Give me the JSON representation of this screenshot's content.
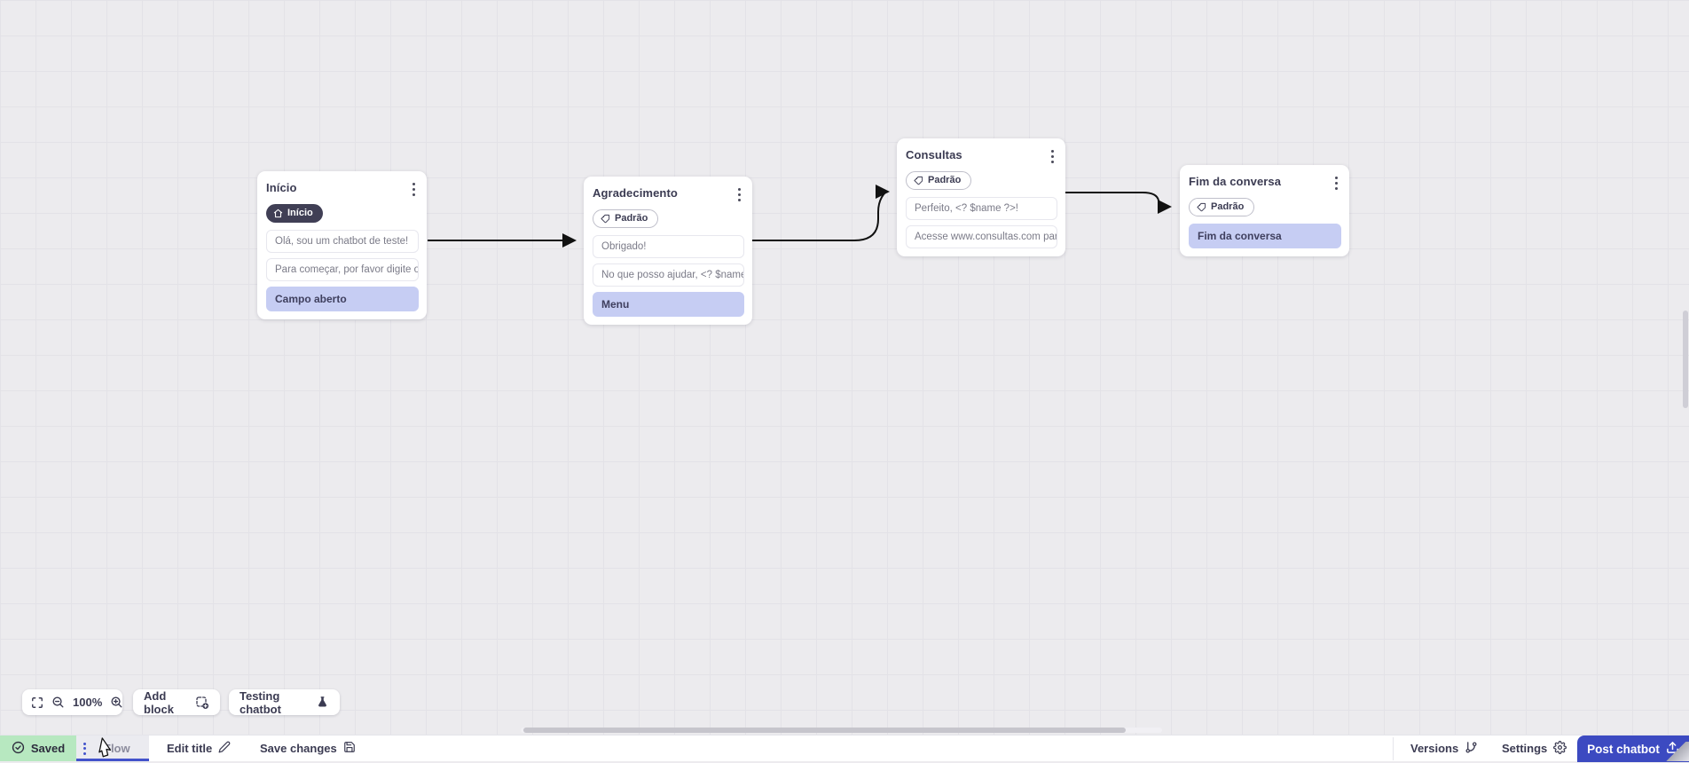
{
  "canvas": {
    "nodes": [
      {
        "title": "Início",
        "badge": {
          "style": "dark",
          "icon": "home-icon",
          "label": "Início"
        },
        "messages": [
          "Olá, sou um chatbot de teste!",
          "Para começar, por favor digite o ...",
          "Campo aberto"
        ]
      },
      {
        "title": "Agradecimento",
        "badge": {
          "style": "outline",
          "icon": "tag-icon",
          "label": "Padrão"
        },
        "messages": [
          "Obrigado!",
          "No que posso ajudar, <? $name ...",
          "Menu"
        ]
      },
      {
        "title": "Consultas",
        "badge": {
          "style": "outline",
          "icon": "tag-icon",
          "label": "Padrão"
        },
        "messages": [
          "Perfeito, <? $name ?>!",
          "Acesse www.consultas.com par..."
        ]
      },
      {
        "title": "Fim da conversa",
        "badge": {
          "style": "outline",
          "icon": "tag-icon",
          "label": "Padrão"
        },
        "messages": [
          "Fim da conversa"
        ]
      }
    ]
  },
  "toolbar": {
    "zoom_level": "100%",
    "add_block": "Add block",
    "testing_chatbot": "Testing chatbot"
  },
  "statusbar": {
    "saved": "Saved",
    "flow_tab": "Flow",
    "edit_title": "Edit title",
    "save_changes": "Save changes",
    "versions": "Versions",
    "settings": "Settings",
    "post_chatbot": "Post chatbot"
  },
  "icons": {
    "node_menu": "kebab-vertical",
    "fit_view": "fullscreen-corners",
    "zoom_out": "magnifier-minus",
    "zoom_in": "magnifier-plus",
    "add_block": "dashed-square-plus",
    "testing": "flask",
    "saved": "check-circle",
    "flow_handle": "drag-dots",
    "edit_title": "pencil",
    "save_changes": "floppy-disk",
    "versions": "git-branch",
    "settings": "gear",
    "post": "upload-tray"
  },
  "colors": {
    "accent": "#4353cb",
    "post_button": "#3c4ac1",
    "saved_bg": "#b7e8c0",
    "highlight_bubble": "#c6cdf3",
    "badge_dark": "#403f55",
    "connection": "#111111",
    "canvas_bg": "#ecebee"
  }
}
